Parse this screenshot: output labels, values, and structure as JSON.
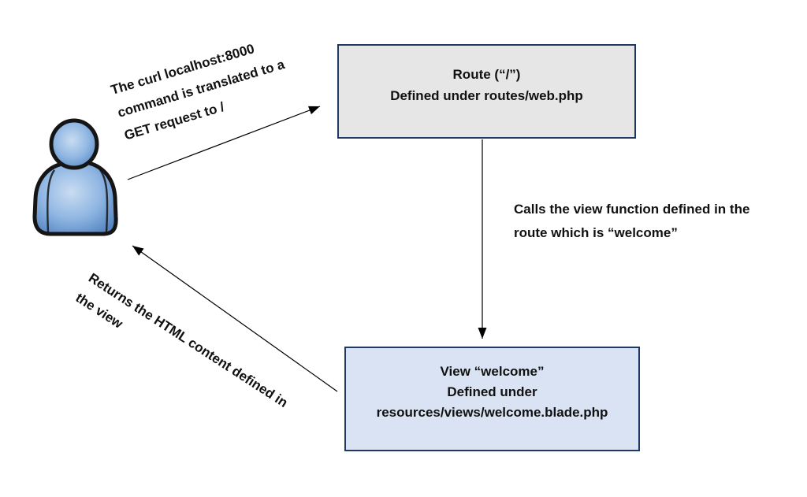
{
  "actor": {
    "description": "person-user-figure",
    "body_color": "#5585c2",
    "mid_color": "#8fb6e2",
    "highlight_color": "#cadcf2",
    "outline_color": "#151515"
  },
  "nodes": {
    "route": {
      "fill": "#e7e6e6",
      "border": "#1f3864",
      "lines": [
        "Route (“/”)",
        "Defined under routes/web.php"
      ]
    },
    "view": {
      "fill": "#dae3f3",
      "border": "#1f3864",
      "lines": [
        "View “welcome”",
        "Defined under",
        "resources/views/welcome.blade.php"
      ]
    }
  },
  "annotations": {
    "request": {
      "lines": [
        "The curl localhost:8000",
        "command is translated to a",
        "GET request to /"
      ]
    },
    "calls": {
      "lines": [
        "Calls the view function defined in the",
        "route which is “welcome”"
      ]
    },
    "returns": {
      "lines": [
        "Returns the HTML content defined in",
        "the view"
      ]
    }
  },
  "arrows": {
    "color": "#000000"
  }
}
